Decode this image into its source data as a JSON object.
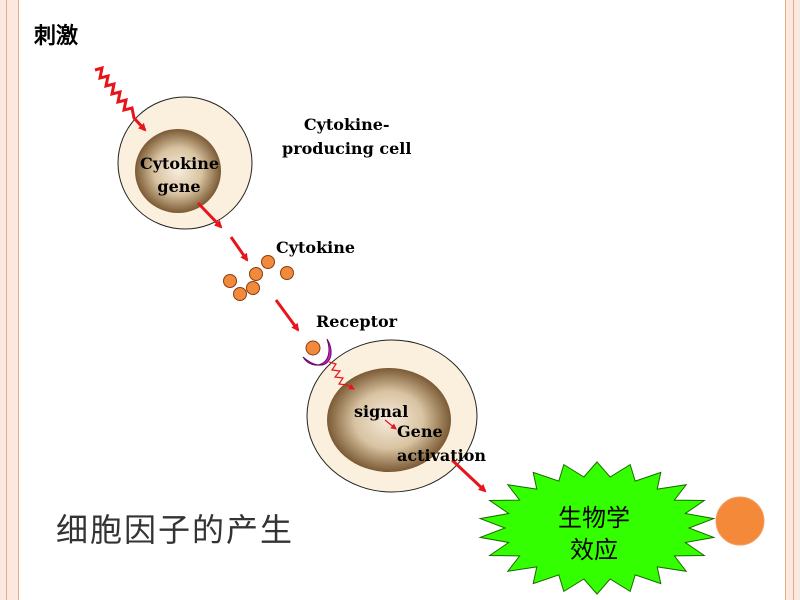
{
  "labels": {
    "stimulus": "刺激",
    "cell_line1": "Cytokine-",
    "cell_line2": "producing  cell",
    "gene_line1": "Cytokine",
    "gene_line2": "gene",
    "cytokine": "Cytokine",
    "receptor": "Receptor",
    "signal": "signal",
    "gene_activation_line1": "Gene",
    "gene_activation_line2": "activation",
    "effect_line1": "生物学",
    "effect_line2": "效应"
  },
  "caption": "细胞因子的产生",
  "colors": {
    "cell_outer": "#fbf0dd",
    "nucleus_center": "#f4eadb",
    "nucleus_edge": "#7a5a34",
    "cytokine_ball": "#f28a3c",
    "arrow": "#e8141c",
    "receptor": "#cc22cc",
    "effect_star": "#33ff00",
    "effect_ball": "#f5893a",
    "frame": "#e8a98b"
  }
}
